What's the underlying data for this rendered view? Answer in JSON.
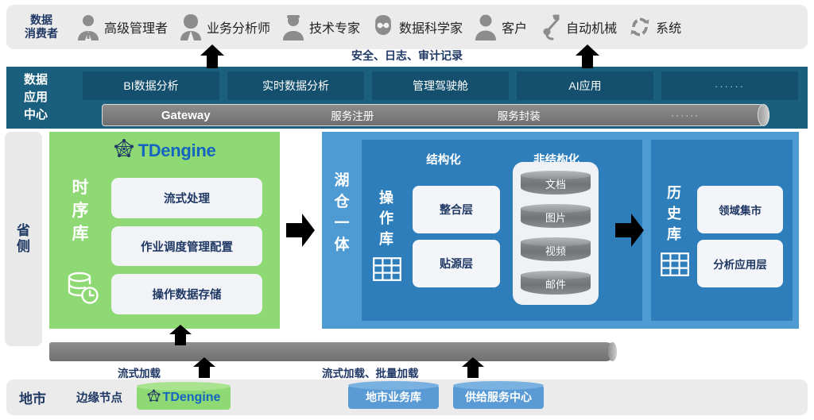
{
  "consumer_bar": {
    "title": "数据\n消费者",
    "title_line1": "数据",
    "title_line2": "消费者",
    "items": [
      {
        "icon": "manager-person-icon",
        "label": "高级管理者"
      },
      {
        "icon": "business-analyst-person-icon",
        "label": "业务分析师"
      },
      {
        "icon": "technical-expert-person-icon",
        "label": "技术专家"
      },
      {
        "icon": "data-scientist-person-icon",
        "label": "数据科学家"
      },
      {
        "icon": "customer-person-icon",
        "label": "客户"
      },
      {
        "icon": "robot-arm-icon",
        "label": "自动机械"
      },
      {
        "icon": "system-sync-icon",
        "label": "系统"
      }
    ]
  },
  "security_label": "安全、日志、审计记录",
  "app_center": {
    "title_line1": "数据",
    "title_line2": "应用",
    "title_line3": "中心",
    "apps": [
      "BI数据分析",
      "实时数据分析",
      "管理驾驶舱",
      "AI应用",
      "······"
    ],
    "gateway_segments": [
      "Gateway",
      "服务注册",
      "服务封装",
      "······"
    ]
  },
  "side_labels": {
    "province": "省侧",
    "city": "地市"
  },
  "green_panel": {
    "logo_text": "TDengine",
    "logo_icon": "tdengine-star-network-icon",
    "vertical_label": "时序库",
    "db_icon": "database-clock-icon",
    "boxes": [
      "流式处理",
      "作业调度管理配置",
      "操作数据存储"
    ]
  },
  "blue_panel": {
    "vertical_label": "湖仓一体",
    "operational_db": {
      "vertical_label": "操作库",
      "grid_icon": "table-grid-icon",
      "column_head": "结构化",
      "boxes": [
        "整合层",
        "贴源层"
      ]
    },
    "unstructured": {
      "column_head": "非结构化",
      "cylinders": [
        "文档",
        "图片",
        "视频",
        "邮件"
      ]
    },
    "history_db": {
      "vertical_label": "历史库",
      "grid_icon": "table-grid-icon",
      "boxes": [
        "领域集市",
        "分析应用层"
      ]
    }
  },
  "load_labels": {
    "stream": "流式加载",
    "stream_batch": "流式加载、批量加载"
  },
  "city_bar": {
    "title": "地市",
    "edge_node_label": "边缘节点",
    "edge_tdengine": "TDengine",
    "edge_tdengine_icon": "tdengine-star-network-icon",
    "databases": [
      "地市业务库",
      "供给服务中心"
    ]
  },
  "colors": {
    "app_center_bg": "#1b5f7e",
    "app_chip_bg": "#14506e",
    "green_panel": "#8ed973",
    "blue_panel": "#4e9bd4",
    "blue_inner": "#2e7ebb",
    "tdengine_blue": "#1565c0",
    "navy_text": "#1f3864",
    "grey_bar": "#7c7c7c",
    "bar_bg": "#ebebeb"
  }
}
